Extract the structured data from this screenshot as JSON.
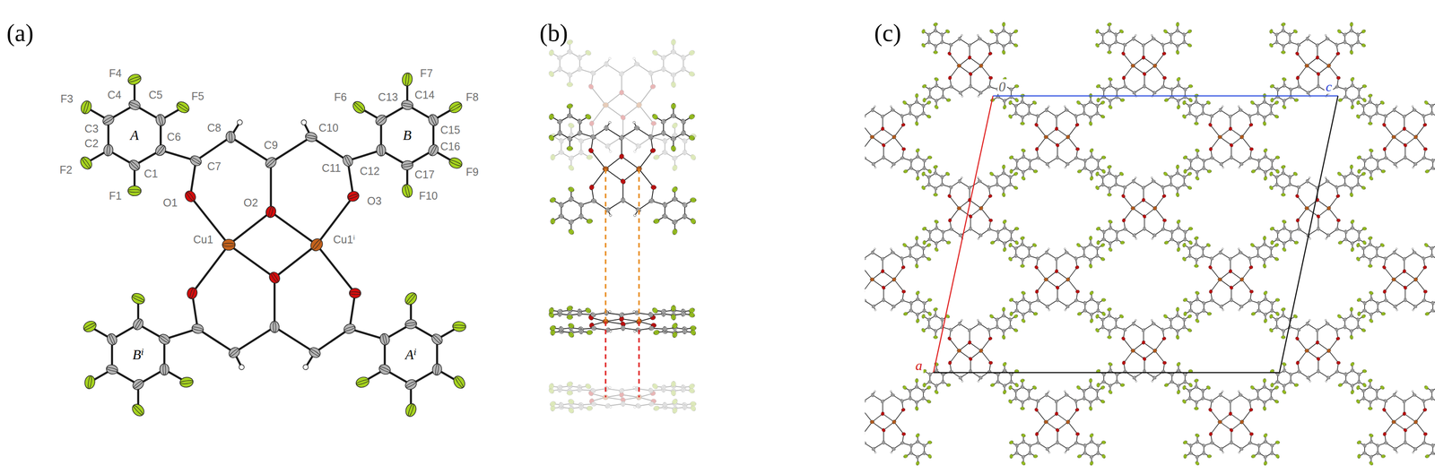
{
  "diagram": {
    "labels": [
      "(a)",
      "F4",
      "F5",
      "F3",
      "C4",
      "C5",
      "C3",
      "A",
      "C6",
      "C7",
      "C8",
      "C9",
      "C10",
      "C11",
      "C2",
      "C1",
      "F2",
      "F1",
      "O1",
      "O2",
      "O3",
      "Cu1",
      "Cu1ⁱ",
      "F6",
      "C13",
      "F7",
      "C14",
      "C15",
      "F8",
      "B",
      "C16",
      "F9",
      "C12",
      "C17",
      "F10",
      "Bⁱ",
      "Aⁱ",
      "(b)",
      "(c)",
      "0",
      "c",
      "a"
    ]
  }
}
